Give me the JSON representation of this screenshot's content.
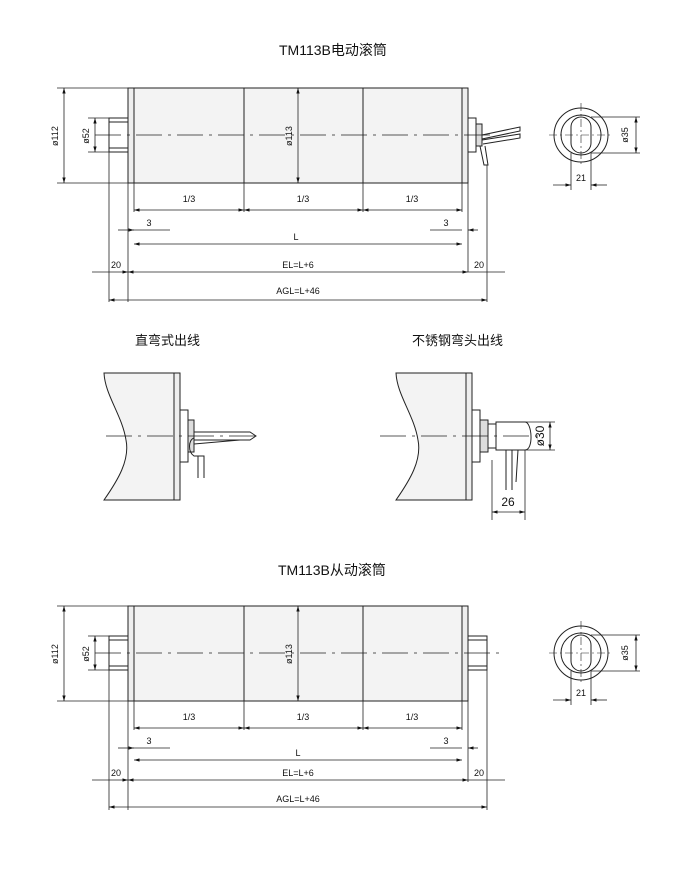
{
  "titles": {
    "drive_roller": "TM113B电动滚筒",
    "straight_outlet": "直弯式出线",
    "steel_elbow_outlet": "不锈钢弯头出线",
    "idler_roller": "TM113B从动滚筒"
  },
  "dims": {
    "d112": "ø112",
    "d52": "ø52",
    "d113": "ø113",
    "d35": "ø35",
    "d30": "ø30",
    "w21": "21",
    "w26": "26",
    "third": "1/3",
    "three": "3",
    "L": "L",
    "twenty": "20",
    "EL": "EL=L+6",
    "AGL": "AGL=L+46"
  }
}
